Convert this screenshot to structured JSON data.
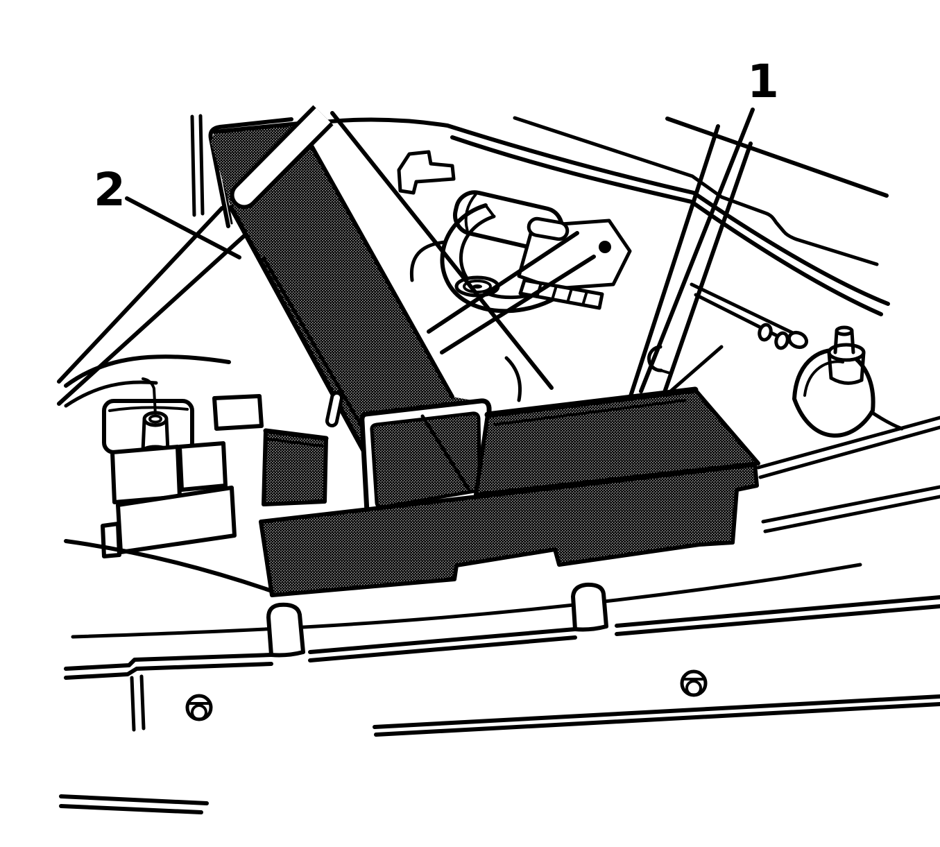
{
  "figure": {
    "kind": "automotive-service-line-illustration",
    "description": "Engine compartment cowl area line drawing with two numbered callouts",
    "background_color": "#ffffff",
    "line_color": "#000000",
    "texture": "fine-dot-stipple"
  },
  "callouts": [
    {
      "number": "1",
      "target": "stippled-module-cover"
    },
    {
      "number": "2",
      "target": "stippled-air-duct"
    }
  ]
}
